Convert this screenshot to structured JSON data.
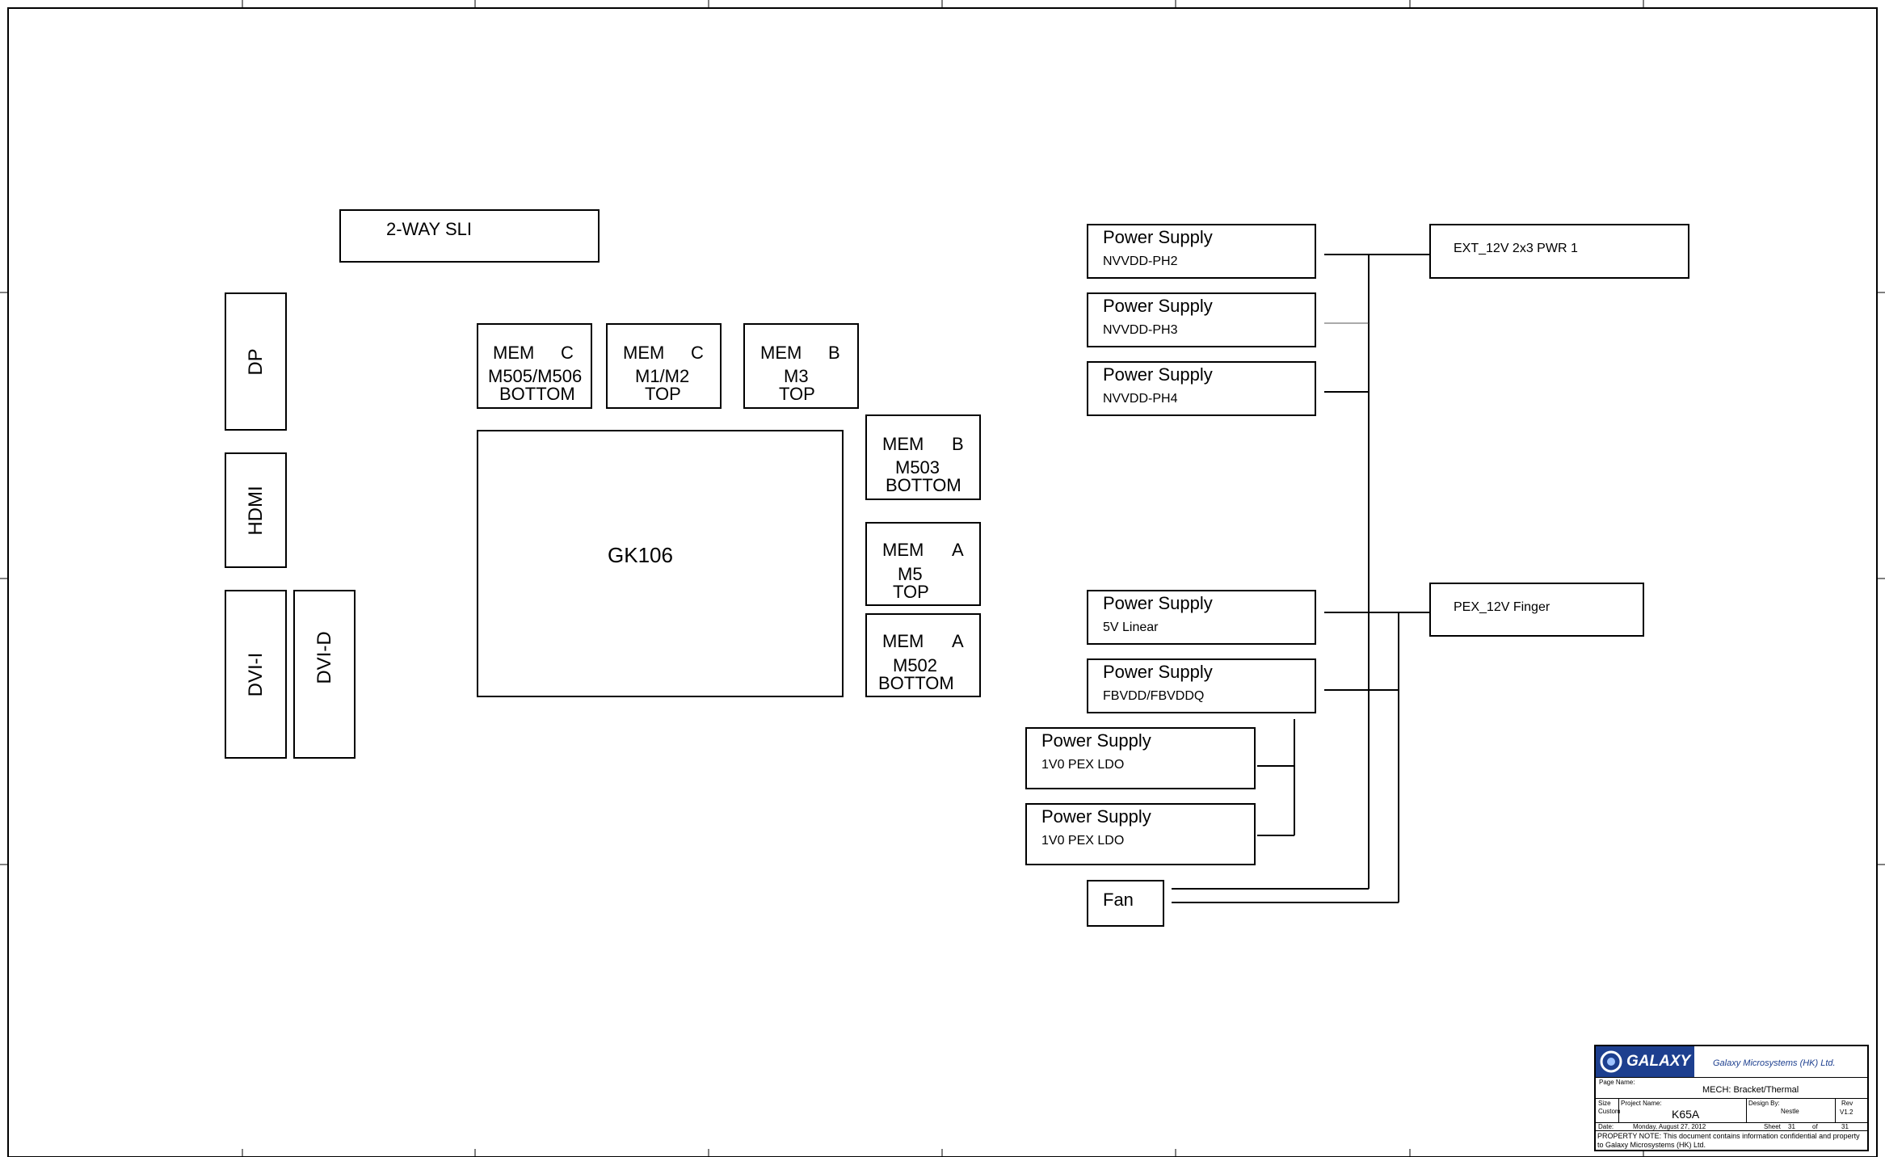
{
  "blocks": {
    "sli": "2-WAY SLI",
    "dp": "DP",
    "hdmi": "HDMI",
    "dvi_i": "DVI-I",
    "dvi_d": "DVI-D",
    "gpu": "GK106"
  },
  "memory": [
    {
      "mem": "MEM",
      "ch": "C",
      "part": "M505/M506",
      "side": "BOTTOM"
    },
    {
      "mem": "MEM",
      "ch": "C",
      "part": "M1/M2",
      "side": "TOP"
    },
    {
      "mem": "MEM",
      "ch": "B",
      "part": "M3",
      "side": "TOP"
    },
    {
      "mem": "MEM",
      "ch": "B",
      "part": "M503",
      "side": "BOTTOM"
    },
    {
      "mem": "MEM",
      "ch": "A",
      "part": "M5",
      "side": "TOP"
    },
    {
      "mem": "MEM",
      "ch": "A",
      "part": "M502",
      "side": "BOTTOM"
    }
  ],
  "power_supplies": [
    {
      "title": "Power Supply",
      "sub": "NVVDD-PH2"
    },
    {
      "title": "Power Supply",
      "sub": "NVVDD-PH3"
    },
    {
      "title": "Power Supply",
      "sub": "NVVDD-PH4"
    },
    {
      "title": "Power Supply",
      "sub": "5V Linear"
    },
    {
      "title": "Power Supply",
      "sub": "FBVDD/FBVDDQ"
    },
    {
      "title": "Power Supply",
      "sub": "1V0 PEX LDO"
    },
    {
      "title": "Power Supply",
      "sub": "1V0 PEX LDO"
    }
  ],
  "fan": "Fan",
  "sources": {
    "ext": "EXT_12V 2x3 PWR 1",
    "pex": "PEX_12V Finger"
  },
  "title_block": {
    "logo": "GALAXY",
    "company": "Galaxy Microsystems (HK) Ltd.",
    "page_name_label": "Page Name:",
    "page_name": "MECH: Bracket/Thermal",
    "size_label": "Size",
    "size": "Custom",
    "project_label": "Project Name:",
    "project": "K65A",
    "design_label": "Design By:",
    "designer": "Nestle",
    "rev_label": "Rev",
    "rev": "V1.2",
    "date_label": "Date:",
    "date": "Monday, August 27, 2012",
    "sheet_label": "Sheet",
    "sheet": "31",
    "of_label": "of",
    "sheets": "31",
    "note": "PROPERTY NOTE: This document contains information confidential and property to Galaxy Microsystems (HK) Ltd."
  },
  "colors": {
    "line": "#000000",
    "logo_bg": "#1d3f8f",
    "company_text": "#1d3f8f"
  }
}
